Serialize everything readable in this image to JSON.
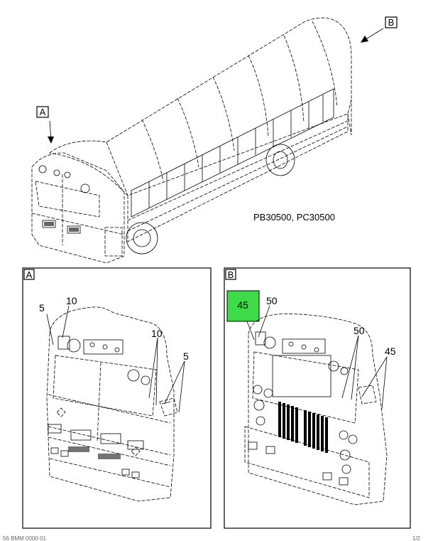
{
  "model_label": "PB30500, PC30500",
  "views": {
    "A": {
      "marker": "A",
      "callouts": [
        "5",
        "10",
        "10",
        "5"
      ]
    },
    "B": {
      "marker": "B",
      "callouts": [
        "45",
        "50",
        "50",
        "45"
      ]
    }
  },
  "highlight": {
    "label": "45",
    "color": "#3ddc48"
  },
  "footer": {
    "left": "56 BMM 0000 01",
    "right": "1/2"
  }
}
